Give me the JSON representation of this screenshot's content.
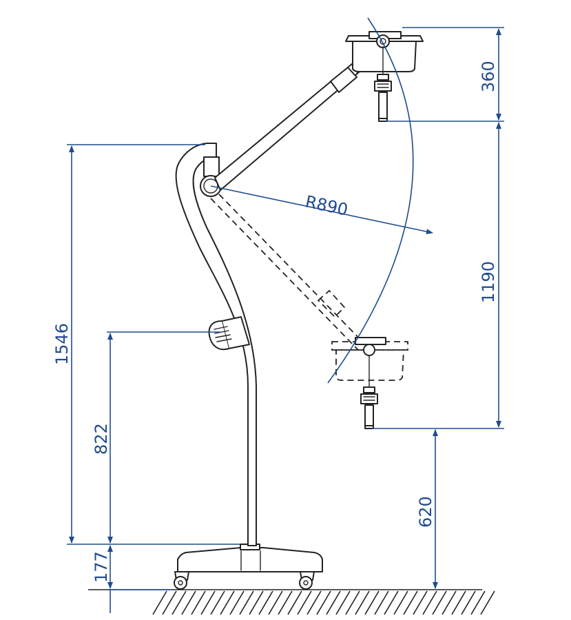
{
  "diagram": {
    "dimensions": {
      "total_height": "1546",
      "handle_height": "822",
      "base_height": "177",
      "lamp_head_height": "360",
      "vertical_travel": "1190",
      "lowest_height": "620",
      "arm_radius": "R890"
    },
    "colors": {
      "dimension": "#1f4b8e",
      "drawing": "#222222",
      "background": "#ffffff"
    }
  }
}
